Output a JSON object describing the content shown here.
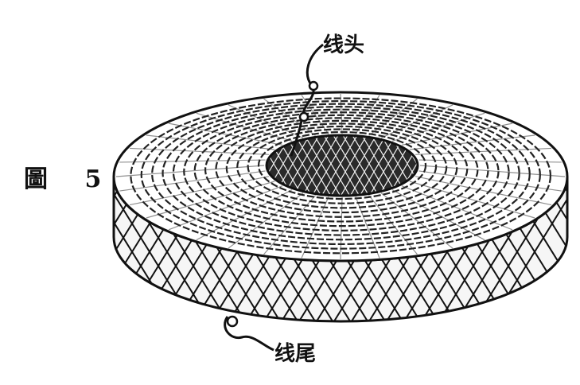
{
  "figure": {
    "label": "圖 5"
  },
  "callouts": {
    "start": "线头",
    "end": "线尾"
  },
  "colors": {
    "ink": "#111111",
    "paper": "#ffffff"
  }
}
